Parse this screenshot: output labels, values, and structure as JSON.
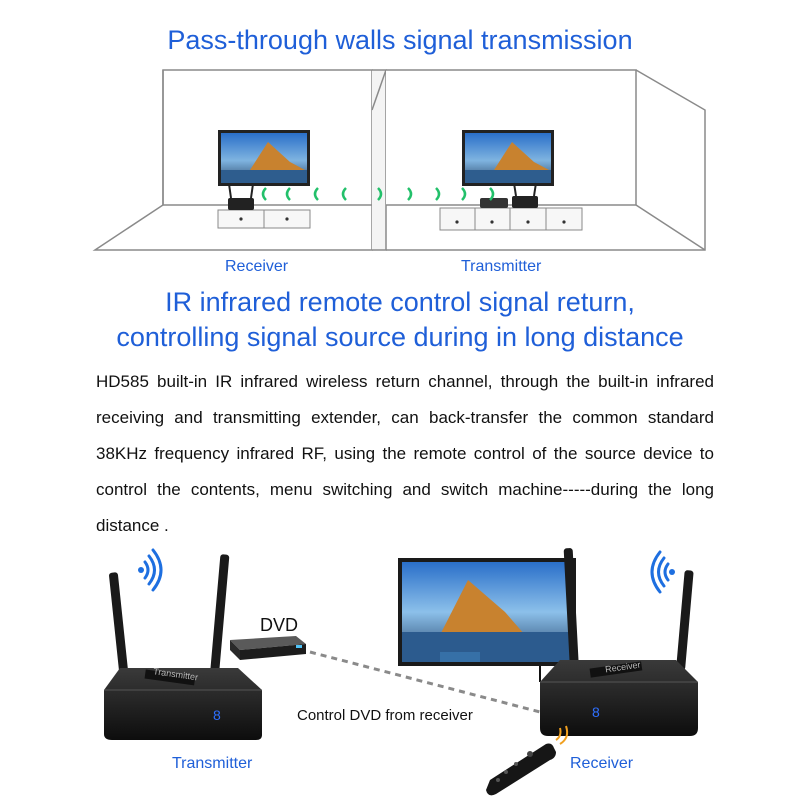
{
  "top": {
    "title": "Pass-through walls signal transmission",
    "receiver_label": "Receiver",
    "transmitter_label": "Transmitter"
  },
  "ir": {
    "heading_line1": "IR infrared remote control signal return,",
    "heading_line2": "controlling signal source during in long distance",
    "description": "HD585 built-in IR infrared wireless return channel, through the built-in infrared receiving and transmitting extender, can back-transfer the common standard 38KHz frequency infrared RF, using the remote control of the source device to control the contents, menu switching and switch machine-----during the long distance ."
  },
  "bottom": {
    "transmitter_label": "Transmitter",
    "receiver_label": "Receiver",
    "dvd_label": "DVD",
    "tx_device_text": "Transmitter",
    "rx_device_text": "Receiver",
    "control_caption": "Control DVD from receiver",
    "digit": "8"
  },
  "colors": {
    "accent": "#1f5fd8",
    "signal_green": "#22c06a",
    "wifi_blue": "#1e6fe0"
  }
}
